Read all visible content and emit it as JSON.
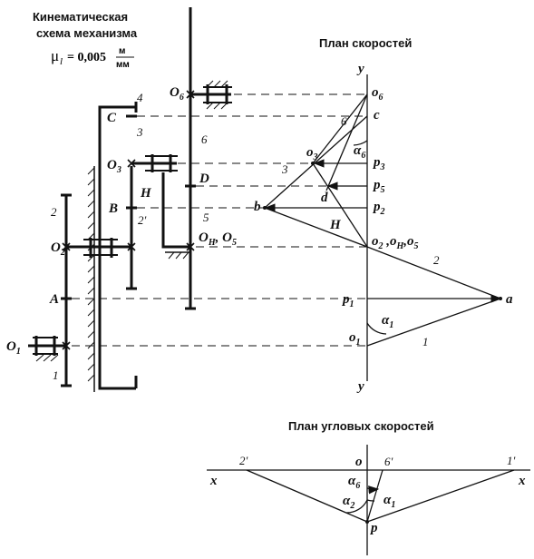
{
  "headers": {
    "scheme_title_line1": "Кинематическая",
    "scheme_title_line2": "схема механизма",
    "scale_symbol": "μ",
    "scale_sub": "l",
    "scale_value": "= 0,005",
    "scale_unit_num": "м",
    "scale_unit_den": "мм",
    "velocity_plan_title": "План скоростей",
    "angular_plan_title": "План угловых скоростей"
  },
  "mechanism_labels": {
    "O1": "O",
    "O1_sub": "1",
    "O2": "O",
    "O2_sub": "2",
    "O3": "O",
    "O3_sub": "3",
    "O6": "O",
    "O6_sub": "6",
    "OH": "O",
    "OH_sub": "H",
    "OH_tail": ", O",
    "O5_sub": "5",
    "A": "A",
    "B": "B",
    "C": "C",
    "D": "D",
    "H": "H",
    "n1": "1",
    "n2": "2",
    "n2p": "2'",
    "n3": "3",
    "n4": "4",
    "n5": "5",
    "n6": "6"
  },
  "velocity_plan_labels": {
    "y_top": "y",
    "y_bottom": "y",
    "o6": "o",
    "o6_sub": "6",
    "c": "c",
    "six": "6",
    "o3": "o",
    "o3_sub": "3",
    "alpha6": "α",
    "alpha6_sub": "6",
    "p3": "p",
    "p3_sub": "3",
    "p5": "p",
    "p5_sub": "5",
    "d": "d",
    "b": "b",
    "p2": "p",
    "p2_sub": "2",
    "three": "3",
    "H": "H",
    "o2_group": "o",
    "o2_group_sub": "2",
    "o2_tail": " ,o",
    "oH_sub": "H",
    "o5_tail": ",o",
    "o5_sub": "5",
    "two": "2",
    "p1": "p",
    "p1_sub": "1",
    "a": "a",
    "alpha1": "α",
    "alpha1_sub": "1",
    "o1": "o",
    "o1_sub": "1",
    "one": "1"
  },
  "angular_plan_labels": {
    "x_left": "x",
    "x_right": "x",
    "two_prime": "2'",
    "o": "o",
    "six_prime": "6'",
    "one_prime": "1'",
    "alpha6": "α",
    "alpha6_sub": "6",
    "alpha2": "α",
    "alpha2_sub": "2",
    "alpha1": "α",
    "alpha1_sub": "1",
    "p": "p"
  }
}
